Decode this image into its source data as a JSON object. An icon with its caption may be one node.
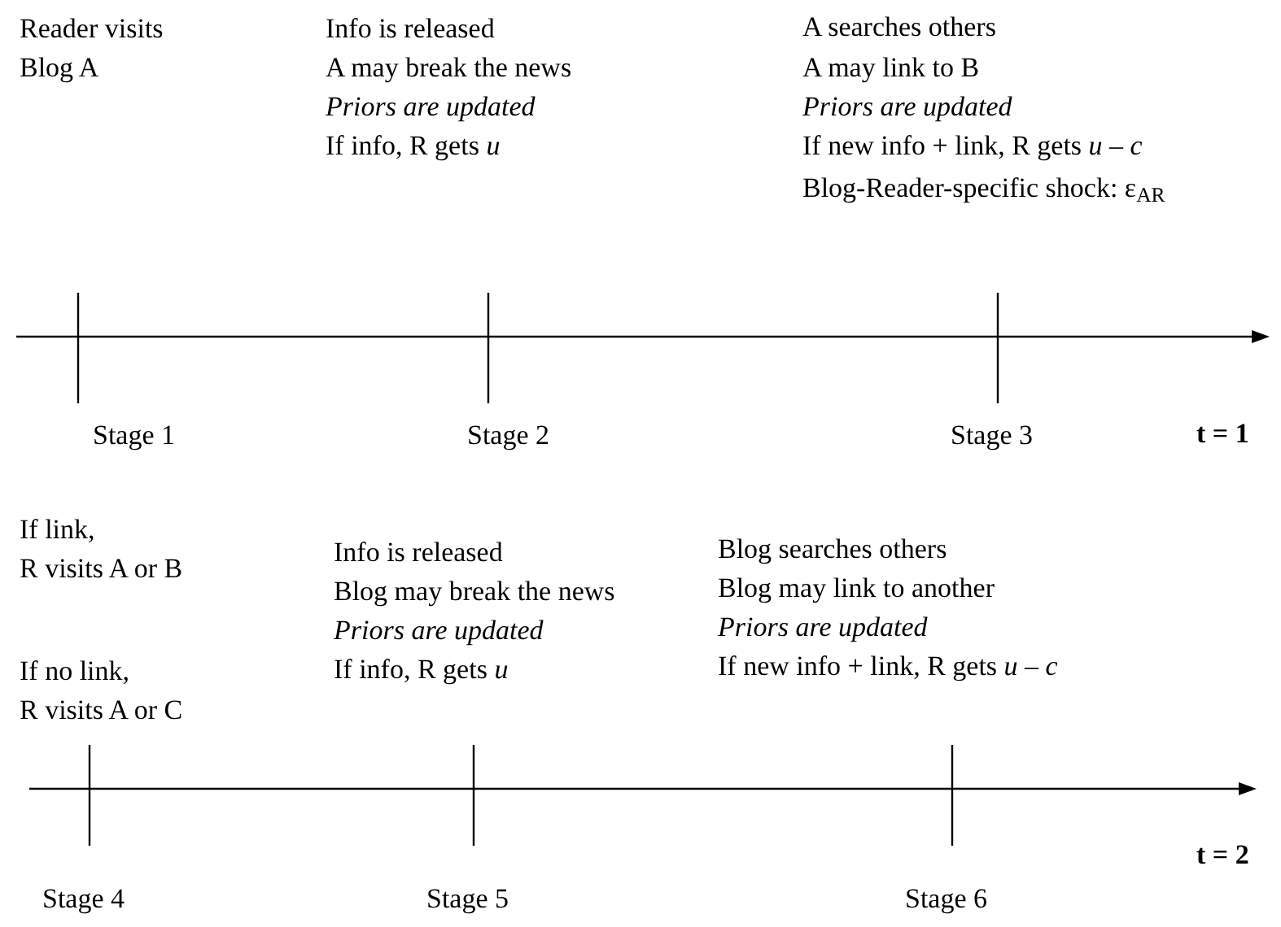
{
  "diagram": {
    "labels": [
      "Reader visits Blog A",
      "Info is released",
      "A may break the news",
      "Priors are updated",
      "If info, R gets *u*",
      "A searches others",
      "A may link to B",
      "Priors are updated",
      "If new info + link, R gets *u* – *c*",
      "Blog-Reader-specific shock: ε$_{AR}$",
      "t = 1",
      "Stage 1",
      "Stage 2",
      "Stage 3",
      "If link,",
      "R visits A or B",
      "Info is released",
      "Blog may break the news",
      "Priors are updated",
      "If info, R gets *u*",
      "Blog searches others",
      "Blog may link to another",
      "Priors are updated",
      "If new info + link, R gets *u* – *c*",
      "If no link,",
      "R visits A or C",
      "t = 2",
      "Stage 4",
      "Stage 5",
      "Stage 6"
    ]
  }
}
